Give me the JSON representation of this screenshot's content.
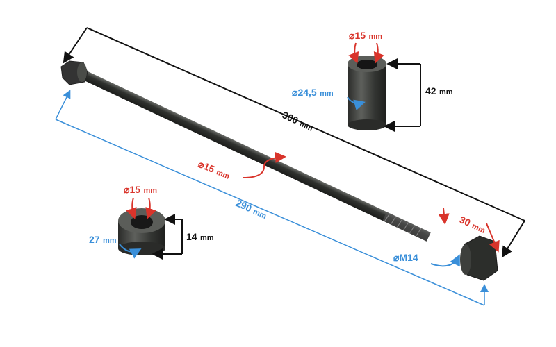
{
  "colors": {
    "red": "#d9342b",
    "blue": "#3a8fd9",
    "black": "#111111",
    "metal": "#3b3d3a"
  },
  "labels": {
    "overall_length": {
      "value": "300",
      "unit": "mm"
    },
    "shaft_length": {
      "value": "290",
      "unit": "mm"
    },
    "shaft_diameter": {
      "symbol": "⌀",
      "value": "15",
      "unit": "mm"
    },
    "thread_length": {
      "value": "30",
      "unit": "mm"
    },
    "thread_size": {
      "symbol": "⌀",
      "value": "M14"
    },
    "long_spacer_inner": {
      "symbol": "⌀",
      "value": "15",
      "unit": "mm"
    },
    "long_spacer_outer": {
      "symbol": "⌀",
      "value": "24,5",
      "unit": "mm"
    },
    "long_spacer_length": {
      "value": "42",
      "unit": "mm"
    },
    "short_spacer_inner": {
      "symbol": "⌀",
      "value": "15",
      "unit": "mm"
    },
    "short_spacer_outer": {
      "value": "27",
      "unit": "mm"
    },
    "short_spacer_length": {
      "value": "14",
      "unit": "mm"
    }
  }
}
